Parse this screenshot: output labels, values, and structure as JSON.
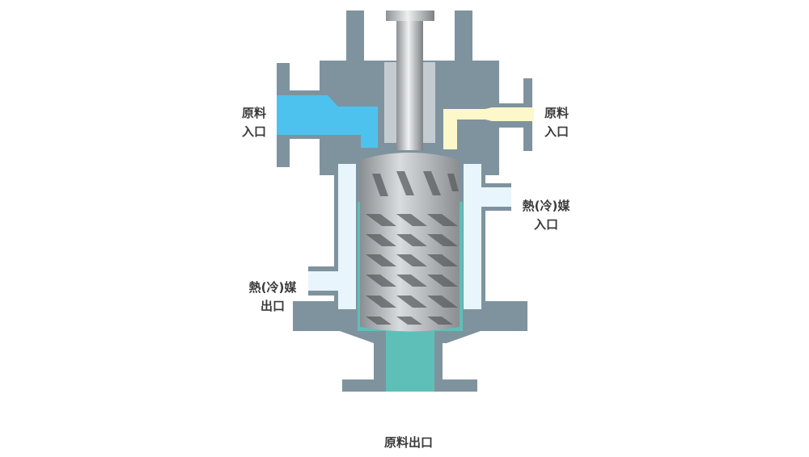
{
  "labels": {
    "feed_inlet_left": [
      "原料",
      "入口"
    ],
    "feed_inlet_right": [
      "原料",
      "入口"
    ],
    "medium_inlet": [
      "熱(冷)媒",
      "入口"
    ],
    "medium_outlet": [
      "熱(冷)媒",
      "出口"
    ],
    "feed_outlet": "原料出口"
  },
  "colors": {
    "body": "#7f939e",
    "seal": "#c4ccd2",
    "feed_left": "#4ec2ef",
    "feed_right": "#fdf8c9",
    "jacket": "#e8f5fc",
    "product": "#5ebfb9",
    "rotor": "#b8bcbf"
  }
}
